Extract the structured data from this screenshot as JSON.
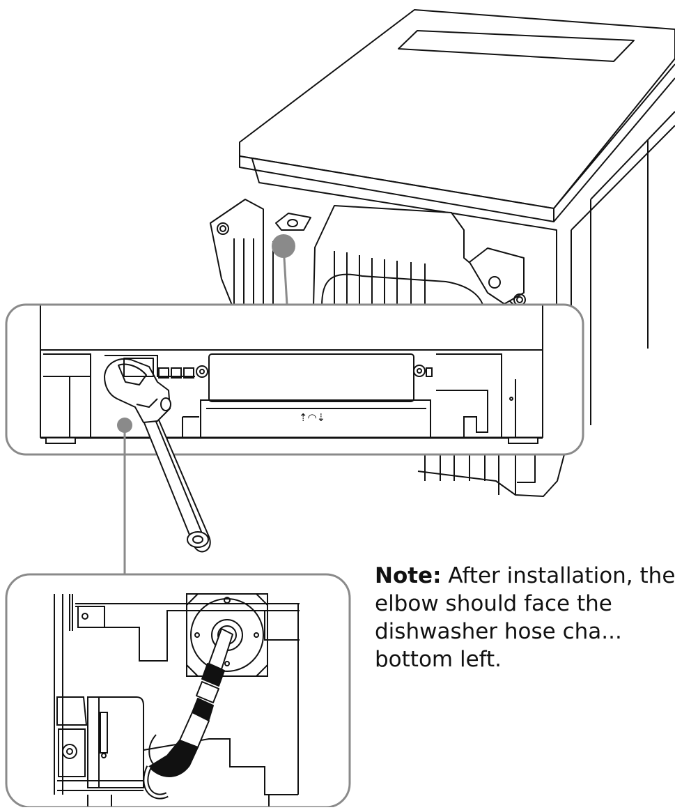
{
  "note": {
    "label": "Note:",
    "text": "After installation, the elbow should face the dishwasher hose cha... bottom left."
  },
  "marker_symbol": "⇡◠⇣",
  "colors": {
    "line": "#111111",
    "callout": "#8a8a8a",
    "marker": "#8a8a8a",
    "frame": "#8a8a8a"
  },
  "icons": [
    "dishwasher-illustration",
    "adjustable-wrench-icon",
    "hose-elbow-icon",
    "callout-marker-icon"
  ]
}
